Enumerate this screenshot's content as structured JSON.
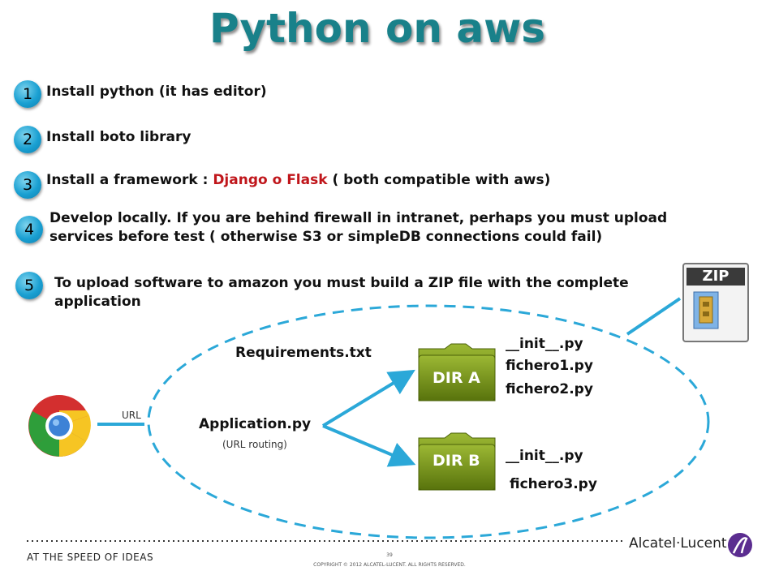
{
  "title": "Python on aws",
  "steps": [
    {
      "number": "1",
      "text": "Install python (it has editor)"
    },
    {
      "number": "2",
      "text": "Install boto library"
    },
    {
      "number": "3",
      "text_before": "Install a framework : ",
      "highlight": "Django o Flask",
      "text_after": " ( both compatible with  aws)"
    },
    {
      "number": "4",
      "line1": "Develop locally. If you are behind firewall in intranet, perhaps you must upload",
      "line2": "services before test ( otherwise S3 or simpleDB connections could fail)"
    },
    {
      "number": "5",
      "line1": "To upload software to amazon you must build a ZIP file with the complete",
      "line2": "application"
    }
  ],
  "diagram": {
    "url_label": "URL",
    "application": "Application.py",
    "routing": "(URL routing)",
    "requirements": "Requirements.txt",
    "dir_a": {
      "label": "DIR A",
      "files": [
        "__init__.py",
        "fichero1.py",
        "fichero2.py"
      ]
    },
    "dir_b": {
      "label": "DIR B",
      "files": [
        "__init__.py",
        "fichero3.py"
      ]
    },
    "zip_label": "ZIP"
  },
  "footer": {
    "tagline": "AT THE SPEED OF IDEAS",
    "page": "39",
    "copyright": "COPYRIGHT © 2012 ALCATEL-LUCENT.  ALL RIGHTS RESERVED.",
    "brand": "Alcatel·Lucent"
  },
  "colors": {
    "title": "#19818a",
    "accent": "#2ba8d8",
    "highlight": "#c0161b",
    "folder": "#6b8a12"
  }
}
